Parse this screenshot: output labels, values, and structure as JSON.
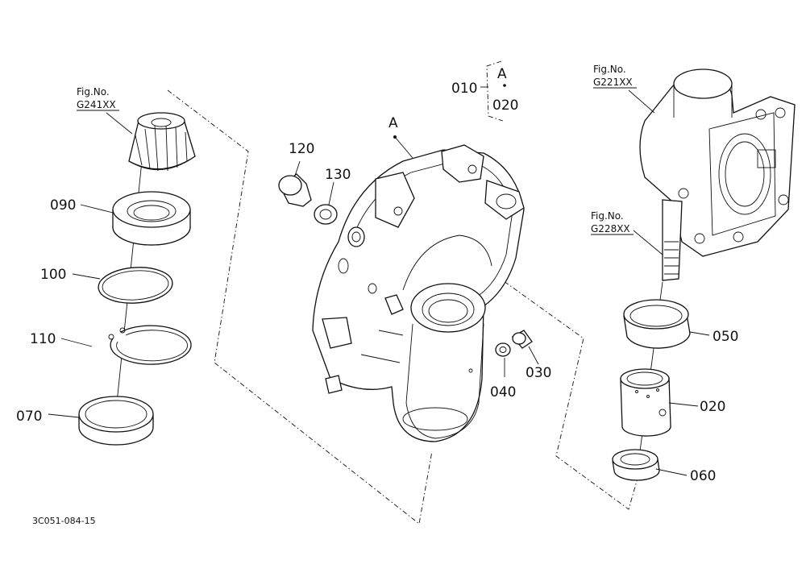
{
  "callouts": {
    "p010": "010",
    "p020_top": "020",
    "pA_top": "A",
    "pA_housing": "A",
    "p120": "120",
    "p130": "130",
    "p090": "090",
    "p100": "100",
    "p110": "110",
    "p070": "070",
    "p040": "040",
    "p030": "030",
    "p050": "050",
    "p020": "020",
    "p060": "060"
  },
  "figure_refs": {
    "left": {
      "title": "Fig.No.",
      "number": "G241XX"
    },
    "right_top": {
      "title": "Fig.No.",
      "number": "G221XX"
    },
    "right_mid": {
      "title": "Fig.No.",
      "number": "G228XX"
    }
  },
  "drawing_code": "3C051-084-15"
}
